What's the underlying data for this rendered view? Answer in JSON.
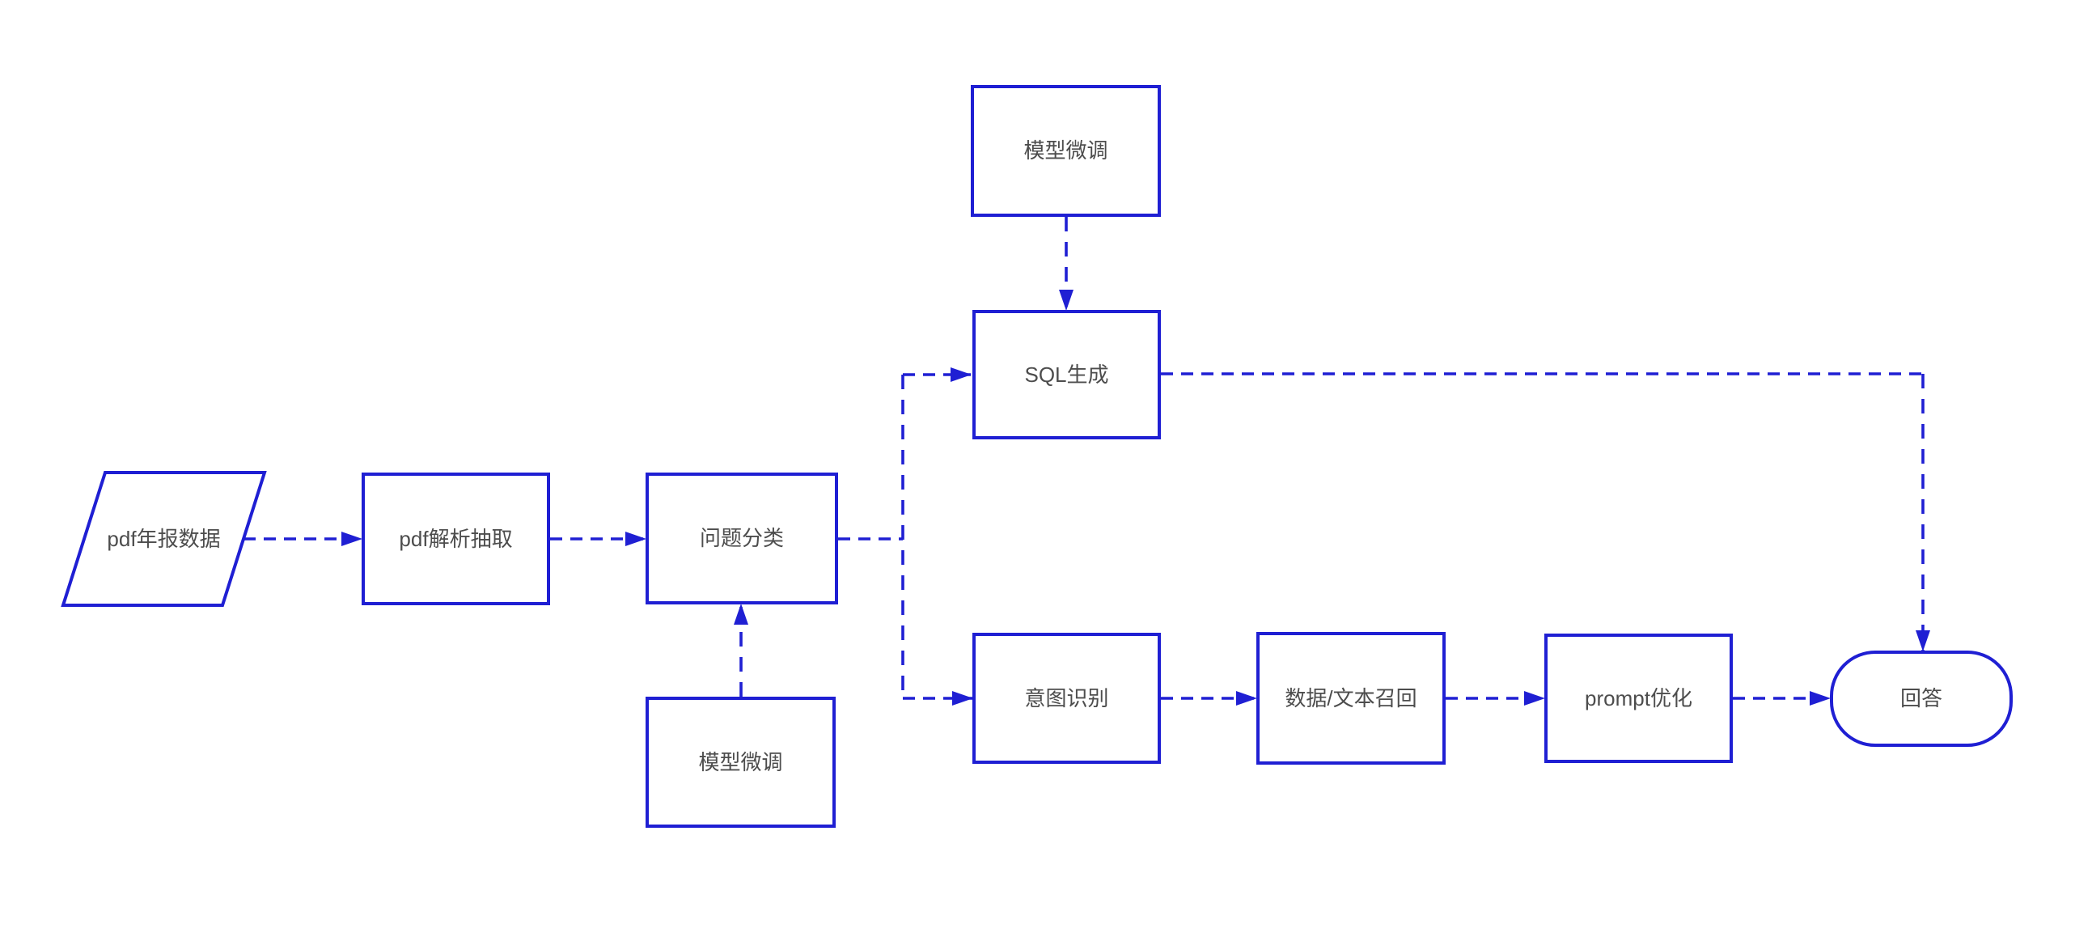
{
  "diagram": {
    "colors": {
      "accent": "#1f1fd3",
      "label_text": "#4d4d4d",
      "background": "#ffffff"
    },
    "nodes": [
      {
        "id": "pdf-annual-report-data",
        "label": "pdf年报数据",
        "shape": "parallelogram"
      },
      {
        "id": "pdf-parse-extract",
        "label": "pdf解析抽取",
        "shape": "rectangle"
      },
      {
        "id": "question-classification",
        "label": "问题分类",
        "shape": "rectangle"
      },
      {
        "id": "model-finetune-top",
        "label": "模型微调",
        "shape": "rectangle"
      },
      {
        "id": "sql-generation",
        "label": "SQL生成",
        "shape": "rectangle"
      },
      {
        "id": "model-finetune-bottom",
        "label": "模型微调",
        "shape": "rectangle"
      },
      {
        "id": "intent-recognition",
        "label": "意图识别",
        "shape": "rectangle"
      },
      {
        "id": "data-text-recall",
        "label": "数据/文本召回",
        "shape": "rectangle"
      },
      {
        "id": "prompt-optimization",
        "label": "prompt优化",
        "shape": "rectangle"
      },
      {
        "id": "answer",
        "label": "回答",
        "shape": "rounded-rectangle"
      }
    ],
    "edges": [
      {
        "from": "pdf-annual-report-data",
        "to": "pdf-parse-extract",
        "style": "dashed-arrow"
      },
      {
        "from": "pdf-parse-extract",
        "to": "question-classification",
        "style": "dashed-arrow"
      },
      {
        "from": "question-classification",
        "to": "sql-generation",
        "style": "dashed-arrow"
      },
      {
        "from": "question-classification",
        "to": "intent-recognition",
        "style": "dashed-arrow"
      },
      {
        "from": "model-finetune-top",
        "to": "sql-generation",
        "style": "dashed-arrow"
      },
      {
        "from": "model-finetune-bottom",
        "to": "question-classification",
        "style": "dashed-arrow"
      },
      {
        "from": "sql-generation",
        "to": "answer",
        "style": "dashed-arrow"
      },
      {
        "from": "intent-recognition",
        "to": "data-text-recall",
        "style": "dashed-arrow"
      },
      {
        "from": "data-text-recall",
        "to": "prompt-optimization",
        "style": "dashed-arrow"
      },
      {
        "from": "prompt-optimization",
        "to": "answer",
        "style": "dashed-arrow"
      }
    ]
  }
}
